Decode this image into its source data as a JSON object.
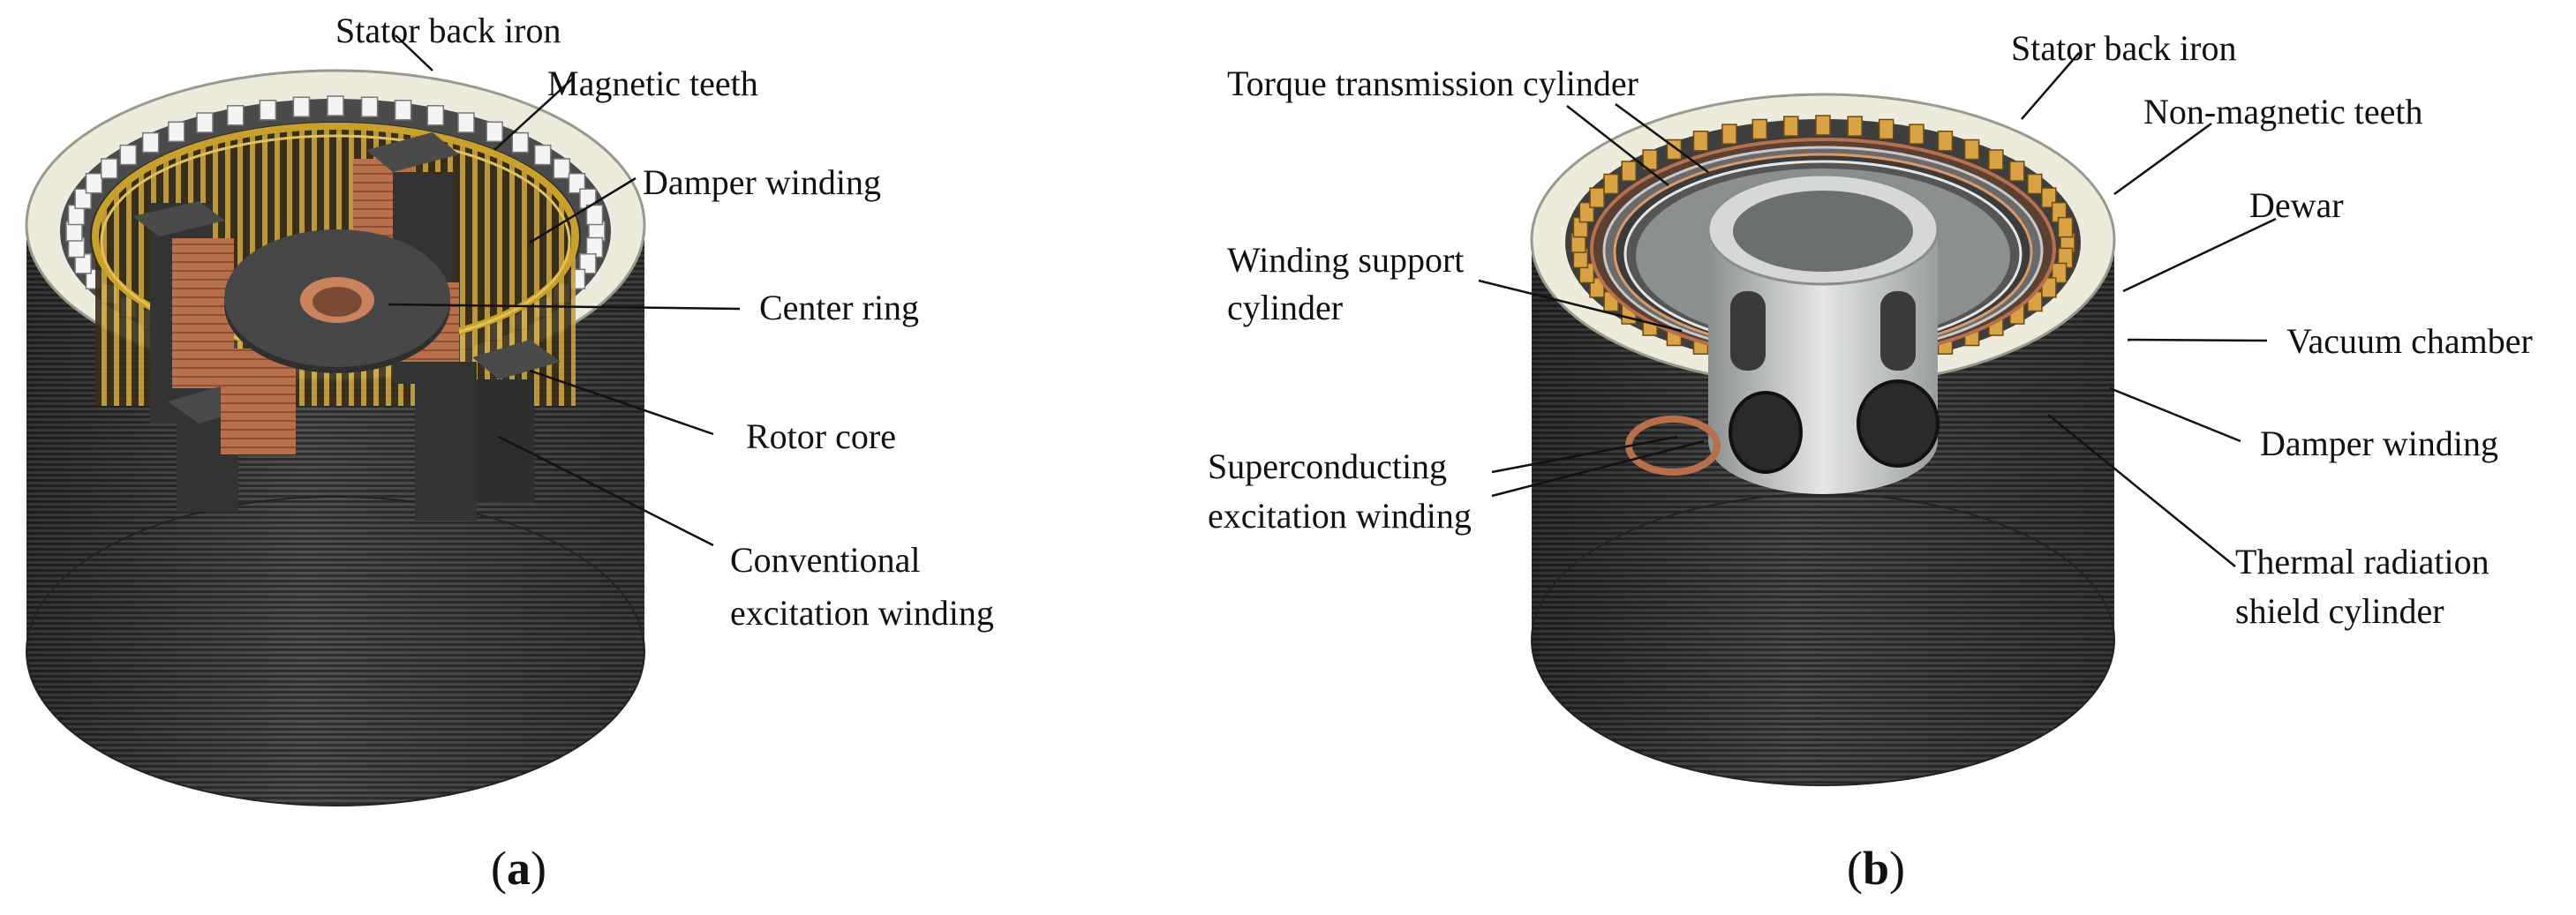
{
  "panel_a": {
    "caption_open": "(",
    "caption_letter": "a",
    "caption_close": ")",
    "labels": {
      "stator_back_iron": "Stator back iron",
      "magnetic_teeth": "Magnetic teeth",
      "damper_winding": "Damper winding",
      "center_ring": "Center ring",
      "rotor_core": "Rotor core",
      "conventional_line1": "Conventional",
      "conventional_line2": "excitation winding"
    }
  },
  "panel_b": {
    "caption_open": "(",
    "caption_letter": "b",
    "caption_close": ")",
    "labels": {
      "torque_transmission": "Torque transmission cylinder",
      "stator_back_iron": "Stator back iron",
      "non_magnetic_teeth": "Non-magnetic teeth",
      "dewar": "Dewar",
      "winding_support_line1": "Winding support",
      "winding_support_line2": "cylinder",
      "vacuum_chamber": "Vacuum chamber",
      "superconducting_line1": "Superconducting",
      "superconducting_line2": "excitation winding",
      "damper_winding": "Damper winding",
      "thermal_line1": "Thermal radiation",
      "thermal_line2": "shield cylinder"
    }
  },
  "colors": {
    "stator_laminations": "#3d3d3d",
    "back_iron": "#ecebdc",
    "magnetic_teeth": "#f4f4f4",
    "nonmagnetic_teeth": "#d9a244",
    "copper": "#b86f4c",
    "rotor_core": "#3a3a3a",
    "gold_ring": "#c8a02a",
    "steel": "#b9bcbd"
  }
}
